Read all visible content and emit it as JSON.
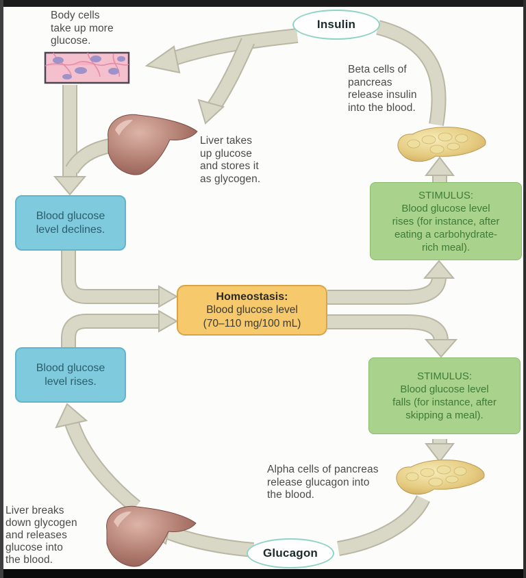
{
  "diagram": {
    "hormone_ovals": {
      "insulin": "Insulin",
      "glucagon": "Glucagon"
    },
    "labels": {
      "body_cells": "Body cells\ntake up more\nglucose.",
      "beta_cells": "Beta cells of\npancreas\nrelease insulin\ninto the blood.",
      "liver_takes_up": "Liver takes\nup glucose\nand stores it\nas glycogen.",
      "alpha_cells": "Alpha cells of pancreas\nrelease glucagon into\nthe blood.",
      "liver_breaks_down": "Liver breaks\ndown glycogen\nand releases\nglucose into\nthe blood."
    },
    "boxes": {
      "blood_glucose_declines": "Blood glucose\nlevel declines.",
      "blood_glucose_rises": "Blood glucose\nlevel rises.",
      "stimulus_rises": {
        "heading": "STIMULUS:",
        "body": "Blood glucose level\nrises (for instance, after\neating a carbohydrate-\nrich meal)."
      },
      "stimulus_falls": {
        "heading": "STIMULUS:",
        "body": "Blood glucose level\nfalls (for instance, after\nskipping a meal)."
      },
      "homeostasis": {
        "heading": "Homeostasis:",
        "body": "Blood glucose level\n(70–110 mg/100 mL)"
      }
    },
    "colors": {
      "arrow_fill": "#d9d7c6",
      "arrow_outline": "#b9b7a4",
      "blue_box_bg": "#7fcadd",
      "green_box_bg": "#a9d28d",
      "green_box_text": "#3e7b36",
      "orange_box_bg": "#f6c96d",
      "oval_border": "#8fd2c6",
      "label_text": "#4a4a46"
    },
    "icons": {
      "liver": "liver-icon",
      "pancreas": "pancreas-icon",
      "body_cells_tissue": "body-cells-tissue-icon"
    }
  }
}
